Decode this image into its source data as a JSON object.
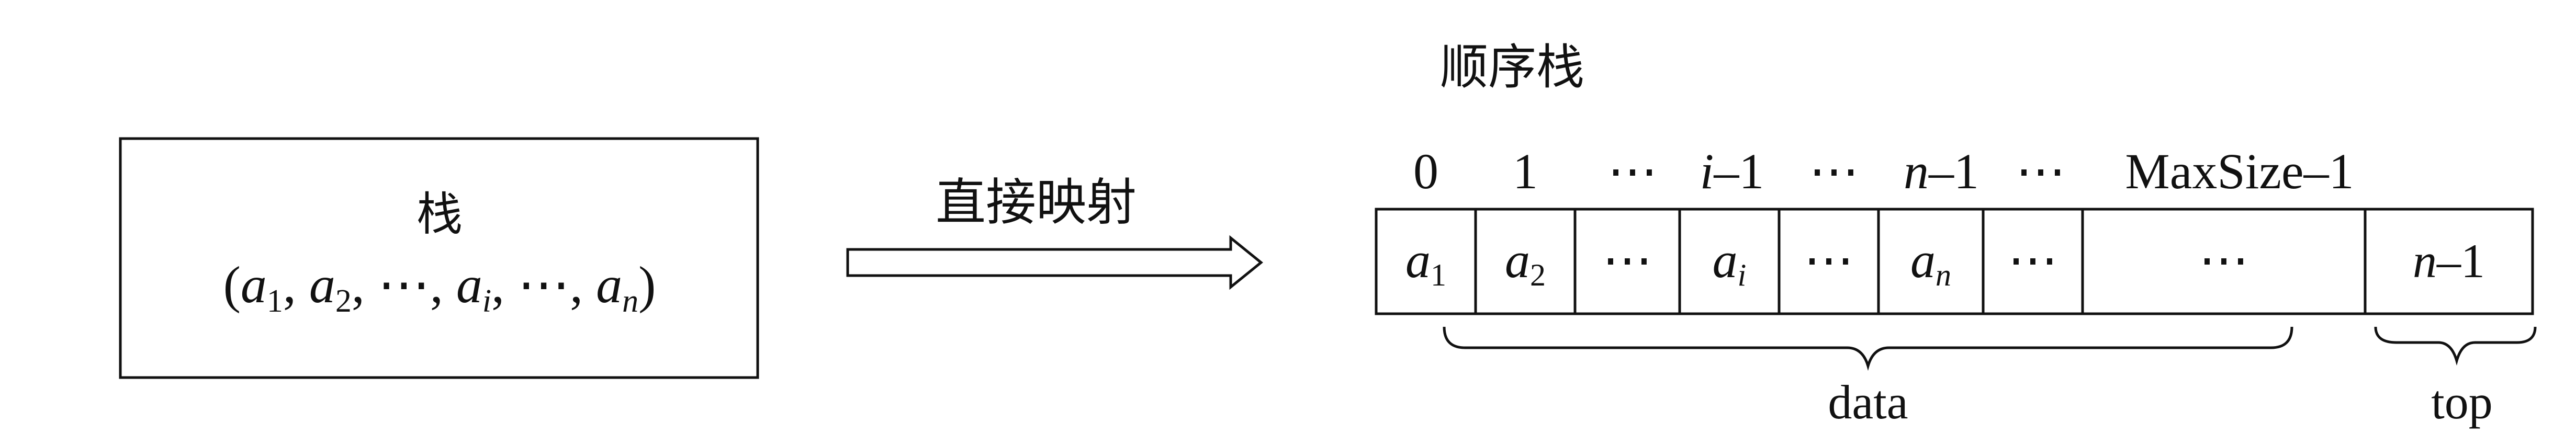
{
  "left_box": {
    "title": "栈",
    "sequence": {
      "open": "(",
      "a": "a",
      "sub_1": "1",
      "sub_2": "2",
      "sub_i": "i",
      "sub_n": "n",
      "comma": ",",
      "dots": "⋯",
      "close": ")"
    }
  },
  "arrow_label": "直接映射",
  "seq_stack_title": "顺序栈",
  "indices": {
    "zero": "0",
    "one": "1",
    "dots": "⋯",
    "i_var": "i",
    "minus_one": "–1",
    "n_var": "n",
    "last": "MaxSize–1"
  },
  "cells": {
    "a": "a",
    "sub_1": "1",
    "sub_2": "2",
    "sub_i": "i",
    "sub_n": "n",
    "dots": "⋯",
    "top_var": "n",
    "top_minus": "–1"
  },
  "brace_labels": {
    "data": "data",
    "top": "top"
  }
}
